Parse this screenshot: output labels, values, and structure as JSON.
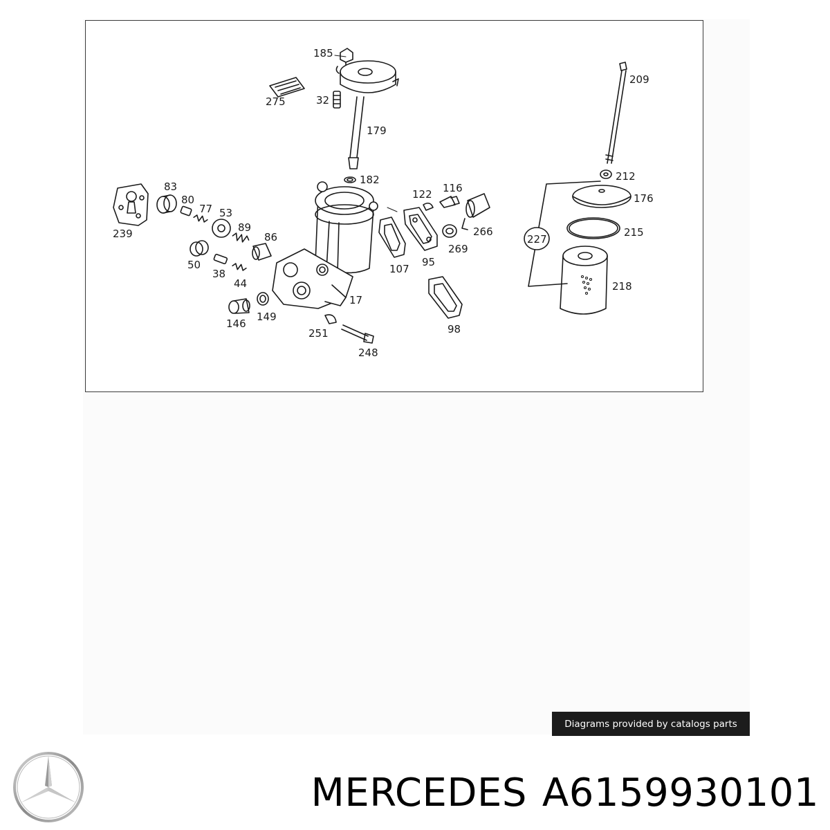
{
  "diagram": {
    "labels": {
      "p185": "185",
      "p275": "275",
      "p32": "32",
      "p179": "179",
      "p182": "182",
      "p209": "209",
      "p212": "212",
      "p176": "176",
      "p215": "215",
      "p227": "227",
      "p218": "218",
      "p83": "83",
      "p80": "80",
      "p77": "77",
      "p53": "53",
      "p89": "89",
      "p86": "86",
      "p239": "239",
      "p50": "50",
      "p38": "38",
      "p44": "44",
      "p146": "146",
      "p149": "149",
      "p251": "251",
      "p248": "248",
      "p17": "17",
      "p122": "122",
      "p116": "116",
      "p266": "266",
      "p269": "269",
      "p107": "107",
      "p95": "95",
      "p98": "98"
    }
  },
  "credit": {
    "text": "Diagrams provided by catalogs parts"
  },
  "brand": {
    "name": "MERCEDES",
    "part_number": "A6159930101"
  },
  "logo": {
    "icon": "mercedes-star-icon"
  }
}
